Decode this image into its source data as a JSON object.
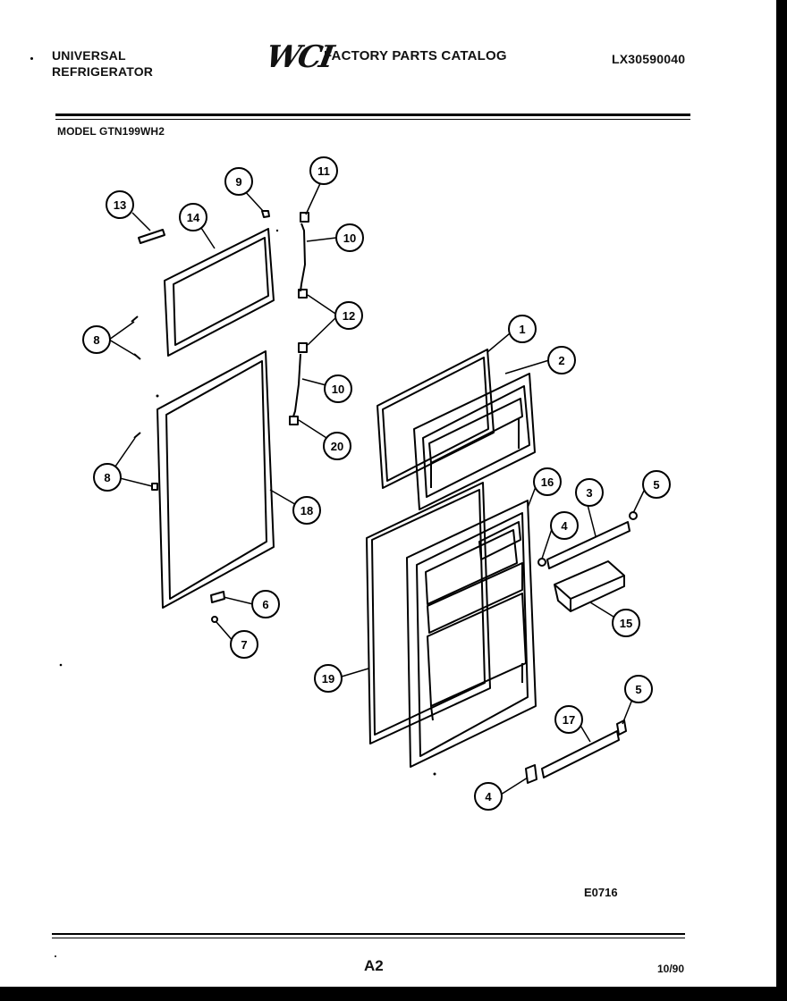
{
  "header": {
    "brand_line1": "UNIVERSAL",
    "brand_line2": "REFRIGERATOR",
    "logo": "WCI",
    "catalog_title": "FACTORY PARTS CATALOG",
    "catalog_code": "LX30590040"
  },
  "model": "MODEL GTN199WH2",
  "callouts": [
    "13",
    "14",
    "9",
    "11",
    "10",
    "12",
    "8",
    "10",
    "20",
    "8",
    "18",
    "6",
    "7",
    "1",
    "2",
    "16",
    "3",
    "5",
    "4",
    "15",
    "19",
    "5",
    "17",
    "4"
  ],
  "footer": {
    "figure_code": "E0716",
    "page": "A2",
    "date": "10/90"
  }
}
